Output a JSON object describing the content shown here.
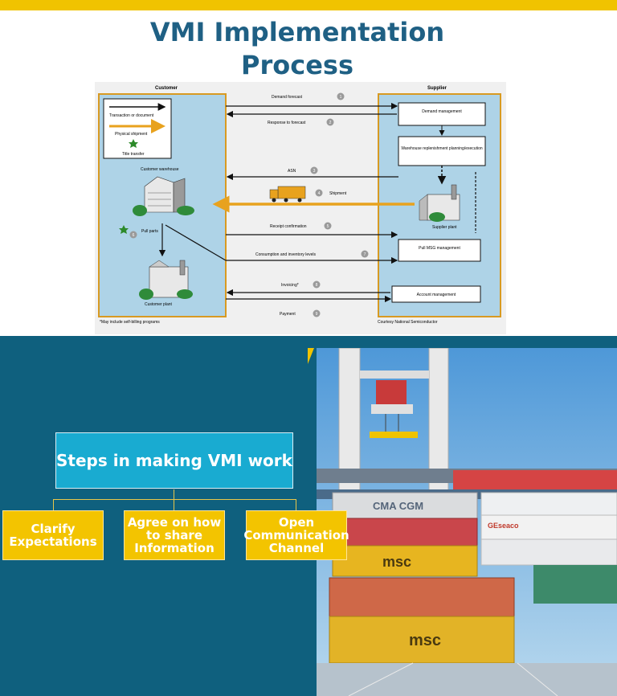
{
  "page": {
    "title_line1": "VMI Implementation",
    "title_line2": "Process"
  },
  "diagram": {
    "customer_label": "Customer",
    "supplier_label": "Supplier",
    "legend": {
      "transaction": "Transaction or document",
      "physical": "Physical shipment",
      "title_transfer": "Title transfer"
    },
    "customer_warehouse": "Customer warehouse",
    "customer_plant": "Customer plant",
    "pull_parts": "Pull parts",
    "supplier_plant": "Supplier plant",
    "boxes": {
      "demand": "Demand management",
      "warehouse": "Warehouse replenishment planning/execution",
      "pull_msg": "Pull MSG management",
      "account": "Account management"
    },
    "flows": [
      {
        "label": "Demand forecast",
        "num": "1"
      },
      {
        "label": "Response to forecast",
        "num": "2"
      },
      {
        "label": "ASN",
        "num": "3"
      },
      {
        "label": "Shipment",
        "num": "4"
      },
      {
        "label": "Receipt confirmation",
        "num": "5"
      },
      {
        "label": "Pull parts",
        "num": "6"
      },
      {
        "label": "Consumption and inventory levels",
        "num": "7"
      },
      {
        "label": "Invoicing*",
        "num": "8"
      },
      {
        "label": "Payment",
        "num": "9"
      }
    ],
    "footnote": "*May include self-billing programs",
    "courtesy": "Courtesy National Semiconductor"
  },
  "steps": {
    "title": "Steps in making VMI work",
    "items": [
      "Clarify Expectations",
      "Agree on how to share Information",
      "Open Communication Channel"
    ]
  },
  "photo": {
    "container_labels": [
      "CMA CGM",
      "GEseaco",
      "msc",
      "msc"
    ]
  },
  "colors": {
    "accent_yellow": "#f0c300",
    "title_blue": "#1f6084",
    "panel_blue": "#0f607e",
    "step_title_cyan": "#19abd1"
  }
}
